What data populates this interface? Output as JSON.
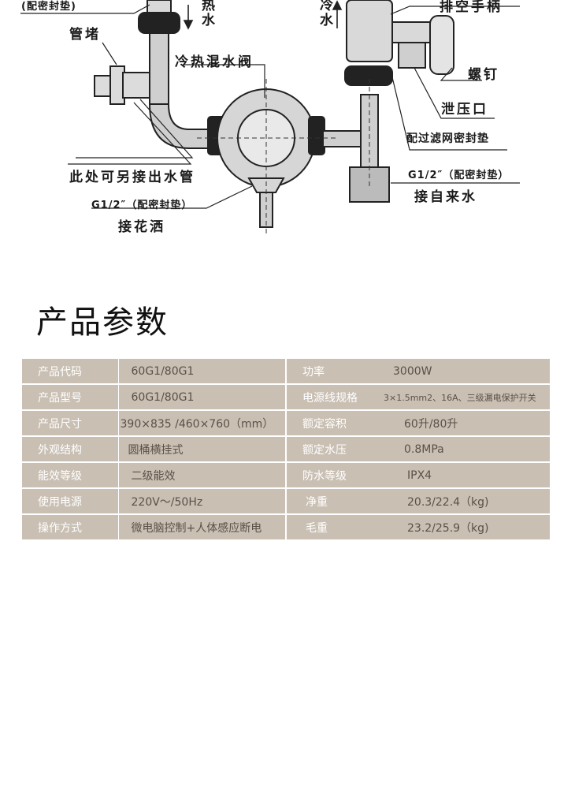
{
  "diagram": {
    "labels": {
      "gasket_top_left": "(配密封垫)",
      "hot_water": "热水",
      "cold_water": "冷水",
      "drain_handle": "排空手柄",
      "pipe_plug": "管堵",
      "mixing_valve": "冷热混水阀",
      "screw": "螺钉",
      "relief_port": "泄压口",
      "filter_gasket": "配过滤网密封垫",
      "outlet_note": "此处可另接出水管",
      "g_half_right": "G1/2″（配密封垫）",
      "from_tap": "接自来水",
      "g_half_left": "G1/2″（配密封垫）",
      "to_shower": "接花洒"
    }
  },
  "section": {
    "title": "产品参数"
  },
  "specs": {
    "rows": [
      {
        "k1": "产品代码",
        "v1": "60G1/80G1",
        "k2": "功率",
        "v2": "3000W"
      },
      {
        "k1": "产品型号",
        "v1": "60G1/80G1",
        "k2": "电源线规格",
        "v2": "3×1.5mm2、16A、三级漏电保护开关"
      },
      {
        "k1": "产品尺寸",
        "v1": "390×835 /460×760（mm）",
        "k2": "额定容积",
        "v2": "60升/80升"
      },
      {
        "k1": "外观结构",
        "v1": "圆桶横挂式",
        "k2": "额定水压",
        "v2": "0.8MPa"
      },
      {
        "k1": "能效等级",
        "v1": "二级能效",
        "k2": "防水等级",
        "v2": "IPX4"
      },
      {
        "k1": "使用电源",
        "v1": "220V～/50Hz",
        "k2": "净重",
        "v2": "20.3/22.4（kg)"
      },
      {
        "k1": "操作方式",
        "v1": "微电脑控制+人体感应断电",
        "k2": "毛重",
        "v2": "23.2/25.9（kg)"
      }
    ]
  }
}
